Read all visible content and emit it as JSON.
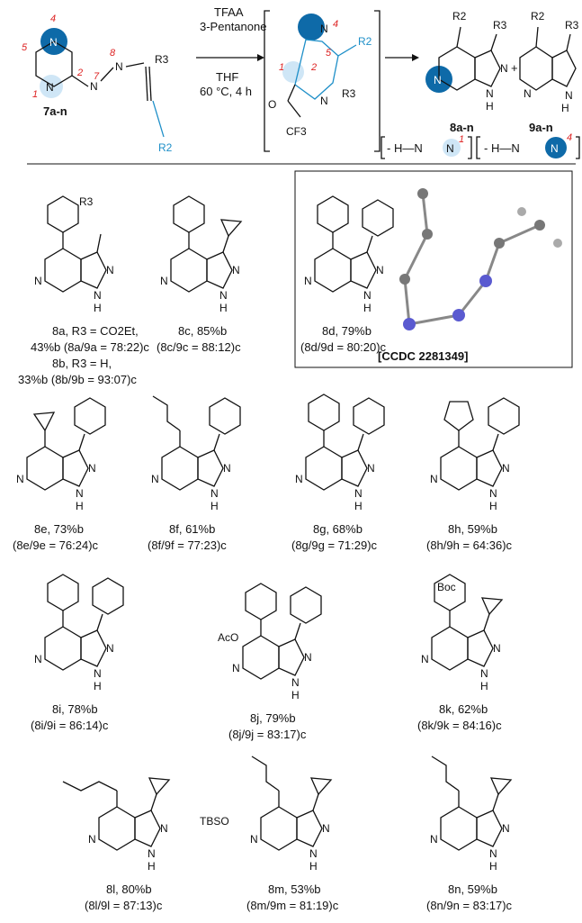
{
  "reaction": {
    "reagents": [
      "TFAA",
      "3-Pentanone"
    ],
    "conditions": [
      "THF",
      "60 °C, 4 h"
    ],
    "starting_material": "7a-n",
    "product_a": "8a-n",
    "product_b": "9a-n",
    "elim_1": "- H—N",
    "elim_4": "- H—N",
    "plus": "+",
    "numbers": [
      "4",
      "5",
      "1",
      "2",
      "7",
      "8",
      "1",
      "2",
      "5",
      "4",
      "1",
      "4"
    ],
    "atoms": {
      "N": "N",
      "NH": "N",
      "H": "H",
      "R2": "R2",
      "R3": "R3",
      "O": "O",
      "CF3": "CF3"
    }
  },
  "compounds": [
    {
      "id": "8a",
      "line1": "8a, R3 = CO2Et,",
      "line2": "43%b (8a/9a = 78:22)c"
    },
    {
      "id": "8b",
      "line1": "8b, R3 = H,",
      "line2": "33%b (8b/9b = 93:07)c"
    },
    {
      "id": "8c",
      "line1": "8c, 85%b",
      "line2": "(8c/9c = 88:12)c"
    },
    {
      "id": "8d",
      "line1": "8d, 79%b",
      "line2": "(8d/9d = 80:20)c"
    },
    {
      "id": "8e",
      "line1": "8e, 73%b",
      "line2": "(8e/9e = 76:24)c"
    },
    {
      "id": "8f",
      "line1": "8f, 61%b",
      "line2": "(8f/9f = 77:23)c"
    },
    {
      "id": "8g",
      "line1": "8g, 68%b",
      "line2": "(8g/9g = 71:29)c"
    },
    {
      "id": "8h",
      "line1": "8h, 59%b",
      "line2": "(8h/9h = 64:36)c"
    },
    {
      "id": "8i",
      "line1": "8i, 78%b",
      "line2": "(8i/9i = 86:14)c"
    },
    {
      "id": "8j",
      "line1": "8j, 79%b",
      "line2": "(8j/9j = 83:17)c"
    },
    {
      "id": "8k",
      "line1": "8k, 62%b",
      "line2": "(8k/9k = 84:16)c"
    },
    {
      "id": "8l",
      "line1": "8l, 80%b",
      "line2": "(8l/9l = 87:13)c"
    },
    {
      "id": "8m",
      "line1": "8m, 53%b",
      "line2": "(8m/9m = 81:19)c"
    },
    {
      "id": "8n",
      "line1": "8n, 59%b",
      "line2": "(8n/9n = 83:17)c"
    }
  ],
  "substituent_labels": {
    "r3": "R3",
    "boc": "Boc",
    "aco": "AcO",
    "tbso": "TBSO"
  },
  "ccdc": "[CCDC 2281349]",
  "colors": {
    "accent_blue": "#1e8fc8",
    "dark_blue": "#0e6aa8",
    "light_blue": "#cfe6f6",
    "number_red": "#dd2222",
    "nitrogen_ball": "#5a5ad0"
  }
}
